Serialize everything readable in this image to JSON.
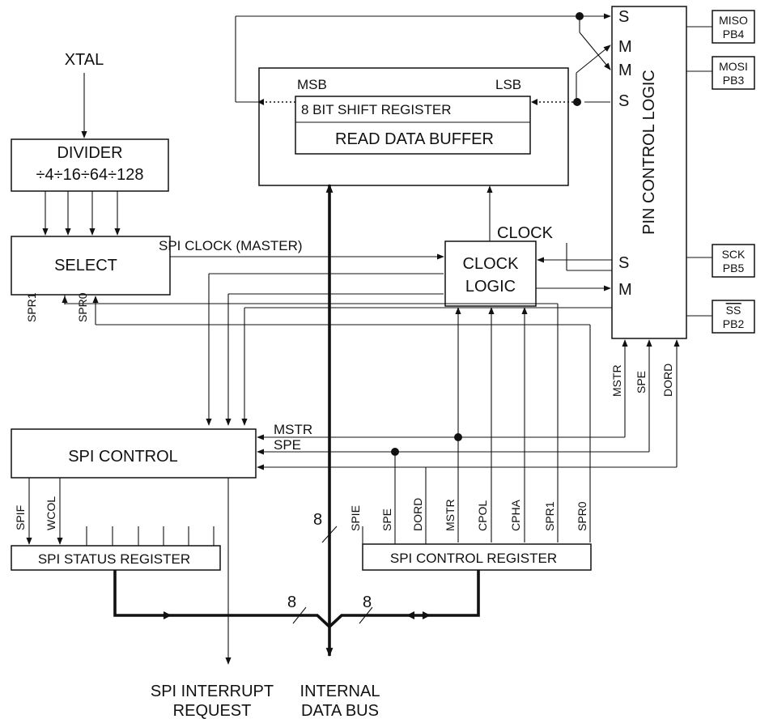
{
  "blocks": {
    "xtal": "XTAL",
    "divider_title": "DIVIDER",
    "divider_ratios": "÷4÷16÷64÷128",
    "select": "SELECT",
    "spi_clock_master": "SPI CLOCK (MASTER)",
    "msb": "MSB",
    "lsb": "LSB",
    "shift_register": "8 BIT SHIFT REGISTER",
    "read_data_buffer": "READ DATA BUFFER",
    "clock_out": "CLOCK",
    "clock_logic_1": "CLOCK",
    "clock_logic_2": "LOGIC",
    "pin_control_logic": "PIN CONTROL LOGIC",
    "spi_control": "SPI CONTROL",
    "spi_status_register": "SPI STATUS REGISTER",
    "spi_control_register": "SPI CONTROL REGISTER",
    "spi_interrupt_1": "SPI INTERRUPT",
    "spi_interrupt_2": "REQUEST",
    "internal_bus_1": "INTERNAL",
    "internal_bus_2": "DATA BUS"
  },
  "pins": [
    {
      "name": "MISO",
      "port": "PB4"
    },
    {
      "name": "MOSI",
      "port": "PB3"
    },
    {
      "name": "SCK",
      "port": "PB5"
    },
    {
      "name": "SS",
      "port": "PB2"
    }
  ],
  "pin_logic_ports": {
    "top_s1": "S",
    "top_m1": "M",
    "top_m2": "M",
    "top_s2": "S",
    "clk_s": "S",
    "clk_m": "M"
  },
  "control_register_bits": [
    "SPIE",
    "SPE",
    "DORD",
    "MSTR",
    "CPOL",
    "CPHA",
    "SPR1",
    "SPR0"
  ],
  "status_register_bits": [
    "SPIF",
    "WCOL"
  ],
  "select_inputs": [
    "SPR1",
    "SPR0"
  ],
  "spi_control_inputs": [
    "MSTR",
    "SPE"
  ],
  "pin_logic_inputs": [
    "MSTR",
    "SPE",
    "DORD"
  ],
  "bus_widths": {
    "vertical": "8",
    "left": "8",
    "right": "8"
  }
}
